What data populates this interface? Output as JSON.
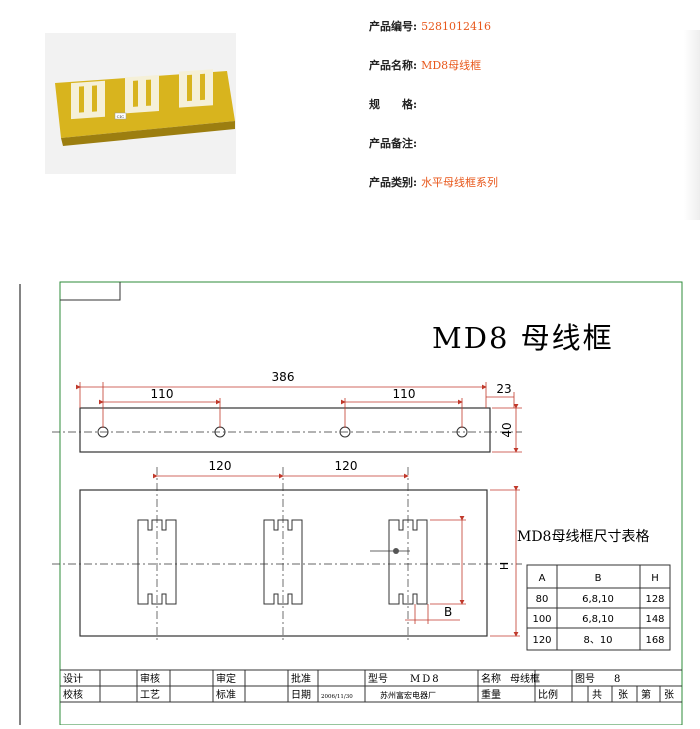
{
  "product": {
    "fields": [
      {
        "label": "产品编号:",
        "value": "5281012416"
      },
      {
        "label": "产品名称:",
        "value": "MD8母线框"
      },
      {
        "label": "规　　格:",
        "value": ""
      },
      {
        "label": "产品备注:",
        "value": ""
      },
      {
        "label": "产品类别:",
        "value": "水平母线框系列"
      }
    ],
    "photo_sticker": "CIC"
  },
  "drawing": {
    "title": "MD8 母线框",
    "top_dims": {
      "total": "386",
      "left": "110",
      "right": "110",
      "end": "23",
      "height": "40"
    },
    "front_dims": {
      "pitch1": "120",
      "pitch2": "120",
      "H": "H",
      "B": "B"
    },
    "table": {
      "title": "MD8母线框尺寸表格",
      "headers": [
        "A",
        "B",
        "H"
      ],
      "rows": [
        [
          "80",
          "6,8,10",
          "128"
        ],
        [
          "100",
          "6,8,10",
          "148"
        ],
        [
          "120",
          "8、10",
          "168"
        ]
      ]
    },
    "titleblock": {
      "row1": [
        "设计",
        "审核",
        "审定",
        "批准",
        "型号",
        "MD8",
        "名称",
        "母线框",
        "图号",
        "8"
      ],
      "row2": [
        "校核",
        "工艺",
        "标准",
        "日期",
        "2006/11/30",
        "苏州富宏电器厂",
        "重量",
        "比例",
        "共",
        "张",
        "第",
        "张"
      ]
    }
  }
}
